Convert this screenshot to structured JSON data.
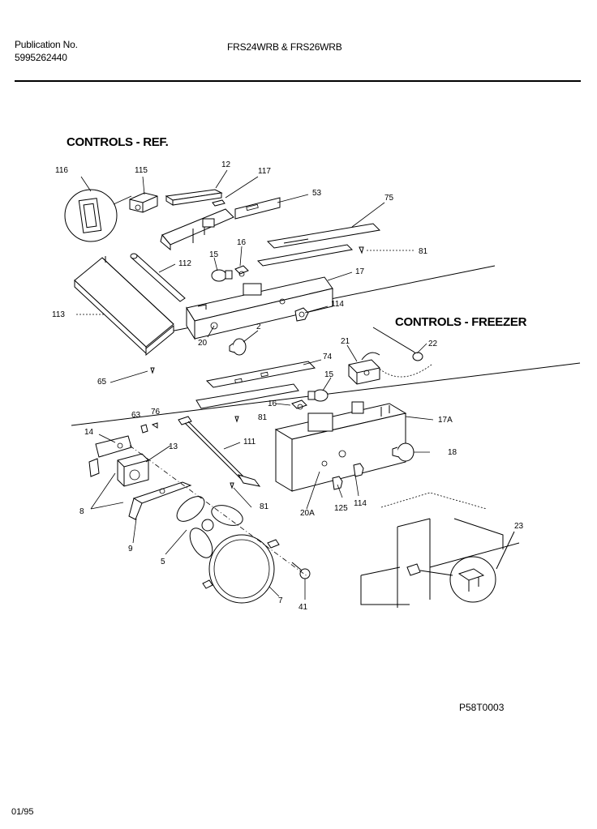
{
  "header": {
    "publication_label": "Publication No.",
    "publication_number": "5995262440",
    "models": "FRS24WRB & FRS26WRB"
  },
  "sections": {
    "ref": "CONTROLS - REF.",
    "freezer": "CONTROLS - FREEZER"
  },
  "callouts": {
    "c116": "116",
    "c115": "115",
    "c12": "12",
    "c117": "117",
    "c53": "53",
    "c75": "75",
    "c81a": "81",
    "c16a": "16",
    "c15a": "15",
    "c112": "112",
    "c17": "17",
    "c113": "113",
    "c114a": "114",
    "c2": "2",
    "c20": "20",
    "c65": "65",
    "c21": "21",
    "c22": "22",
    "c74": "74",
    "c15b": "15",
    "c16b": "16",
    "c81b": "81",
    "c63": "63",
    "c76": "76",
    "c17A": "17A",
    "c14": "14",
    "c13": "13",
    "c111": "111",
    "c18": "18",
    "c8": "8",
    "c81c": "81",
    "c20A": "20A",
    "c125": "125",
    "c114b": "114",
    "c9": "9",
    "c5": "5",
    "c23": "23",
    "c7": "7",
    "c41": "41"
  },
  "footer": {
    "figure_id": "P58T0003",
    "date": "01/95"
  }
}
